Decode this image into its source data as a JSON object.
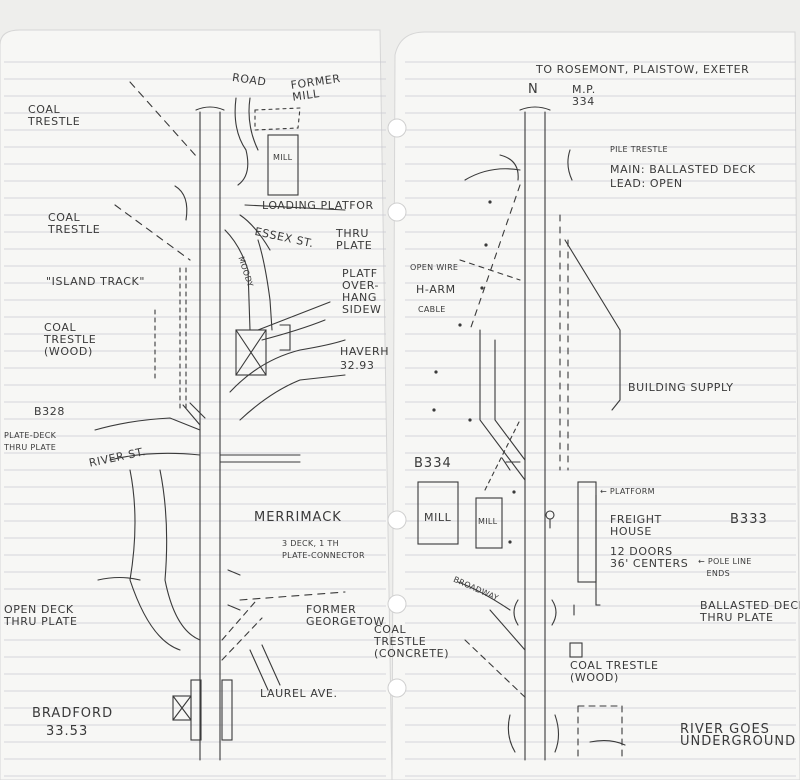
{
  "left_page": {
    "coal_trestle_1": "COAL\nTRESTLE",
    "road": "ROAD",
    "former_mill": "FORMER\nMILL",
    "mill_box": "MILL",
    "loading_platform": "LOADING PLATFOR",
    "coal_trestle_2": "COAL\nTRESTLE",
    "essex_st": "ESSEX ST.",
    "thru_plate_1": "THRU\nPLATE",
    "island_track": "\"ISLAND TRACK\"",
    "moody": "MOODY",
    "plate_overhang": "PLATF\nOVER-\nHANG\nSIDEW",
    "coal_trestle_wood": "COAL\nTRESTLE\n(WOOD)",
    "haverhill": "HAVERH",
    "haverhill_mp": "32.93",
    "b328": "B328",
    "plate_deck": "PLATE-DECK\nTHRU PLATE",
    "river_st": "RIVER ST.",
    "merrimack": "MERRIMACK",
    "merrimack_spec": "3 DECK, 1 TH\nPLATE-CONNECTOR",
    "open_deck": "OPEN DECK\nTHRU PLATE",
    "former_georgetown": "FORMER\nGEORGETOW",
    "laurel_ave": "LAUREL AVE.",
    "bradford": "BRADFORD",
    "bradford_mp": "33.53"
  },
  "right_page": {
    "to_rosemont": "TO ROSEMONT, PLAISTOW, EXETER",
    "north": "N",
    "mp": "M.P.\n334",
    "pile_trestle": "PILE TRESTLE",
    "main_ballasted": "MAIN: BALLASTED DECK",
    "lead_open": "LEAD: OPEN",
    "open_wire": "OPEN WIRE",
    "h_arm": "H-ARM",
    "cable": "CABLE",
    "building_supply": "BUILDING SUPPLY",
    "b334": "B334",
    "mill_1": "MILL",
    "mill_2": "MILL",
    "platform": "← PLATFORM",
    "freight_house": "FREIGHT\nHOUSE",
    "doors": "12 DOORS\n36' CENTERS",
    "b333": "B333",
    "pole_line_ends": "← POLE LINE\n   ENDS",
    "broadway": "BROADWAY",
    "ballasted_deck": "BALLASTED DECK\nTHRU PLATE",
    "coal_trestle_concrete": "COAL\nTRESTLE\n(CONCRETE)",
    "coal_trestle_wood": "COAL TRESTLE\n(WOOD)",
    "river_underground": "RIVER GOES\nUNDERGROUND"
  },
  "colors": {
    "paper": "#f7f7f5",
    "rule_line": "#c9c9d2",
    "pencil": "#3a3a3a",
    "background": "#eeeeec"
  }
}
